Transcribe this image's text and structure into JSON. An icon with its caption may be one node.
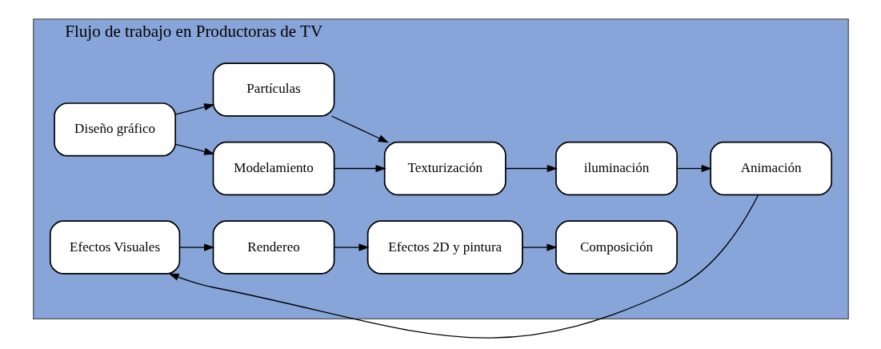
{
  "diagram": {
    "nodes": [
      {
        "text": [
          "Flujo de trabajo en Productoras de TV"
        ]
      },
      {
        "text": [
          "Diseño gráfico"
        ],
        "in": 0
      },
      {
        "text": [
          "Modelamiento"
        ],
        "in": 0
      },
      {
        "text": [
          "Partículas"
        ],
        "in": 0
      },
      {
        "text": [
          "Texturización"
        ],
        "in": 0
      },
      {
        "text": [
          "iluminación"
        ],
        "in": 0
      },
      {
        "text": [
          "Animación"
        ],
        "in": 0
      },
      {
        "text": [
          "Efectos Visuales"
        ],
        "in": 0
      },
      {
        "text": [
          "Rendereo"
        ],
        "in": 0
      },
      {
        "text": [
          "Efectos 2D y pintura"
        ],
        "in": 0
      },
      {
        "text": [
          "Composición"
        ],
        "in": 0
      }
    ],
    "edges": [
      {
        "from": 1,
        "to": 2,
        "arrow": "to"
      },
      {
        "from": 1,
        "to": 3,
        "arrow": "to"
      },
      {
        "from": 2,
        "to": 4,
        "arrow": "to"
      },
      {
        "from": 3,
        "to": 4,
        "arrow": "to"
      },
      {
        "from": 4,
        "to": 5,
        "arrow": "to"
      },
      {
        "from": 5,
        "to": 6,
        "arrow": "to"
      },
      {
        "from": 6,
        "to": 7,
        "arrow": "to"
      },
      {
        "from": 7,
        "to": 8,
        "arrow": "to"
      },
      {
        "from": 8,
        "to": 9,
        "arrow": "to"
      },
      {
        "from": 9,
        "to": 10,
        "arrow": "to"
      }
    ]
  }
}
